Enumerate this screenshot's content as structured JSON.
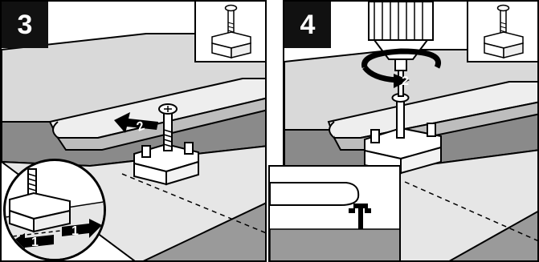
{
  "steps": [
    {
      "number": "3",
      "arrow_labels": [
        "2",
        "1",
        "1"
      ]
    },
    {
      "number": "4",
      "arrow_labels": [
        "2"
      ]
    }
  ]
}
